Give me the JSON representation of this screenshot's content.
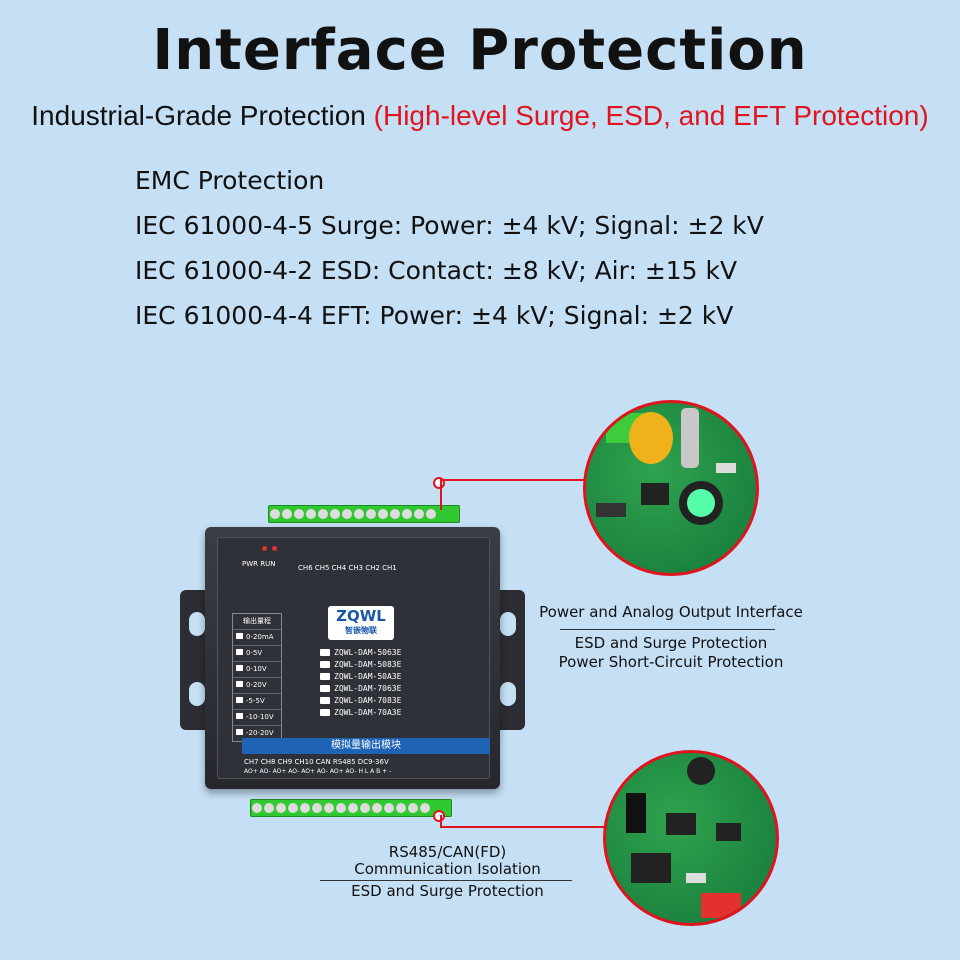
{
  "title": "Interface Protection",
  "subtitle": {
    "black": "Industrial-Grade Protection ",
    "red": "(High-level Surge, ESD, and EFT Protection)"
  },
  "emc": {
    "heading": "EMC Protection",
    "lines": [
      "IEC 61000-4-5 Surge: Power: ±4 kV; Signal: ±2 kV",
      "IEC 61000-4-2 ESD: Contact: ±8 kV; Air: ±15 kV",
      "IEC 61000-4-4 EFT: Power: ±4 kV; Signal: ±2 kV"
    ]
  },
  "callout_top": {
    "title": "Power and Analog Output Interface",
    "line1": "ESD and Surge Protection",
    "line2": "Power Short-Circuit Protection"
  },
  "callout_bottom": {
    "line1": "RS485/CAN(FD)",
    "line2": "Communication Isolation",
    "line3": "ESD and Surge Protection"
  },
  "device": {
    "logo": "ZQWL",
    "logo_cn": "智嵌物联",
    "band": "模拟量输出模块",
    "range_title": "输出量程",
    "ranges": [
      "0-20mA",
      "0-5V",
      "0-10V",
      "0-20V",
      "-5-5V",
      "-10-10V",
      "-20-20V"
    ],
    "models": [
      "ZQWL-DAM-5063E",
      "ZQWL-DAM-5083E",
      "ZQWL-DAM-50A3E",
      "ZQWL-DAM-7063E",
      "ZQWL-DAM-7083E",
      "ZQWL-DAM-70A3E"
    ],
    "top_channels": "CH6   CH5   CH4   CH3   CH2   CH1",
    "bottom_channels": "CH7  CH8  CH9  CH10  CAN  RS485  DC9-36V",
    "bottom_pins": "AO+ AO- AO+ AO- AO+ AO- AO+ AO- H L A B + -",
    "leds": "PWR RUN",
    "brand_color": "#1a55a8",
    "accent_red": "#e0141e"
  }
}
